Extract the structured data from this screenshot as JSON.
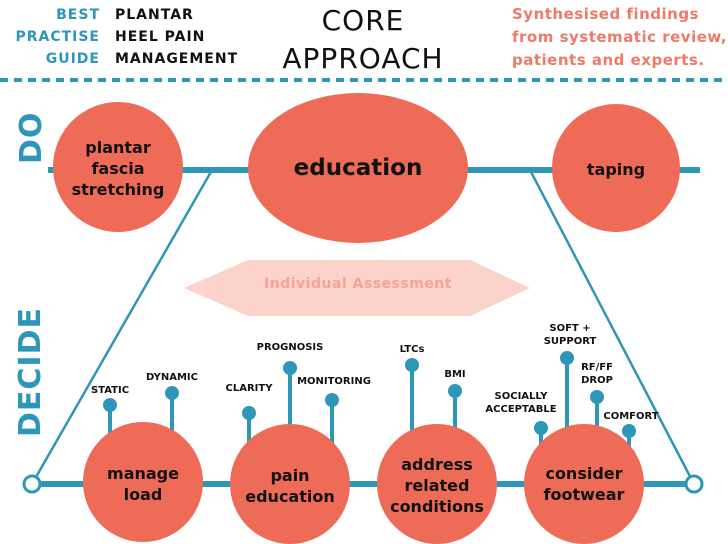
{
  "header": {
    "guide_lines": [
      "BEST",
      "PRACTISE",
      "GUIDE"
    ],
    "topic_lines": [
      "PLANTAR",
      "HEEL PAIN",
      "MANAGEMENT"
    ],
    "title_lines": [
      "CORE",
      "APPROACH"
    ],
    "note_lines": [
      "Synthesised findings",
      "from systematic review,",
      "patients and experts."
    ]
  },
  "sections": {
    "do": "DO",
    "decide": "DECIDE"
  },
  "do_items": {
    "stretching": [
      "plantar",
      "fascia",
      "stretching"
    ],
    "education": "education",
    "taping": "taping"
  },
  "assessment": "Individual Assessment",
  "decide_items": {
    "manage_load": [
      "manage",
      "load"
    ],
    "pain_education": [
      "pain",
      "education"
    ],
    "address_conditions": [
      "address",
      "related",
      "conditions"
    ],
    "consider_footwear": [
      "consider",
      "footwear"
    ]
  },
  "annotations": {
    "static": "STATIC",
    "dynamic": "DYNAMIC",
    "clarity": "CLARITY",
    "prognosis": "PROGNOSIS",
    "monitoring": "MONITORING",
    "ltcs": "LTCs",
    "bmi": "BMI",
    "socially": [
      "SOCIALLY",
      "ACCEPTABLE"
    ],
    "soft_support": [
      "SOFT +",
      "SUPPORT"
    ],
    "rfff_drop": [
      "RF/FF",
      "DROP"
    ],
    "comfort": "COMFORT"
  },
  "colors": {
    "teal": "#2e97b8",
    "coral": "#ee6b57",
    "salmon_text": "#ee7a68",
    "diamond": "#fbd3cb"
  }
}
